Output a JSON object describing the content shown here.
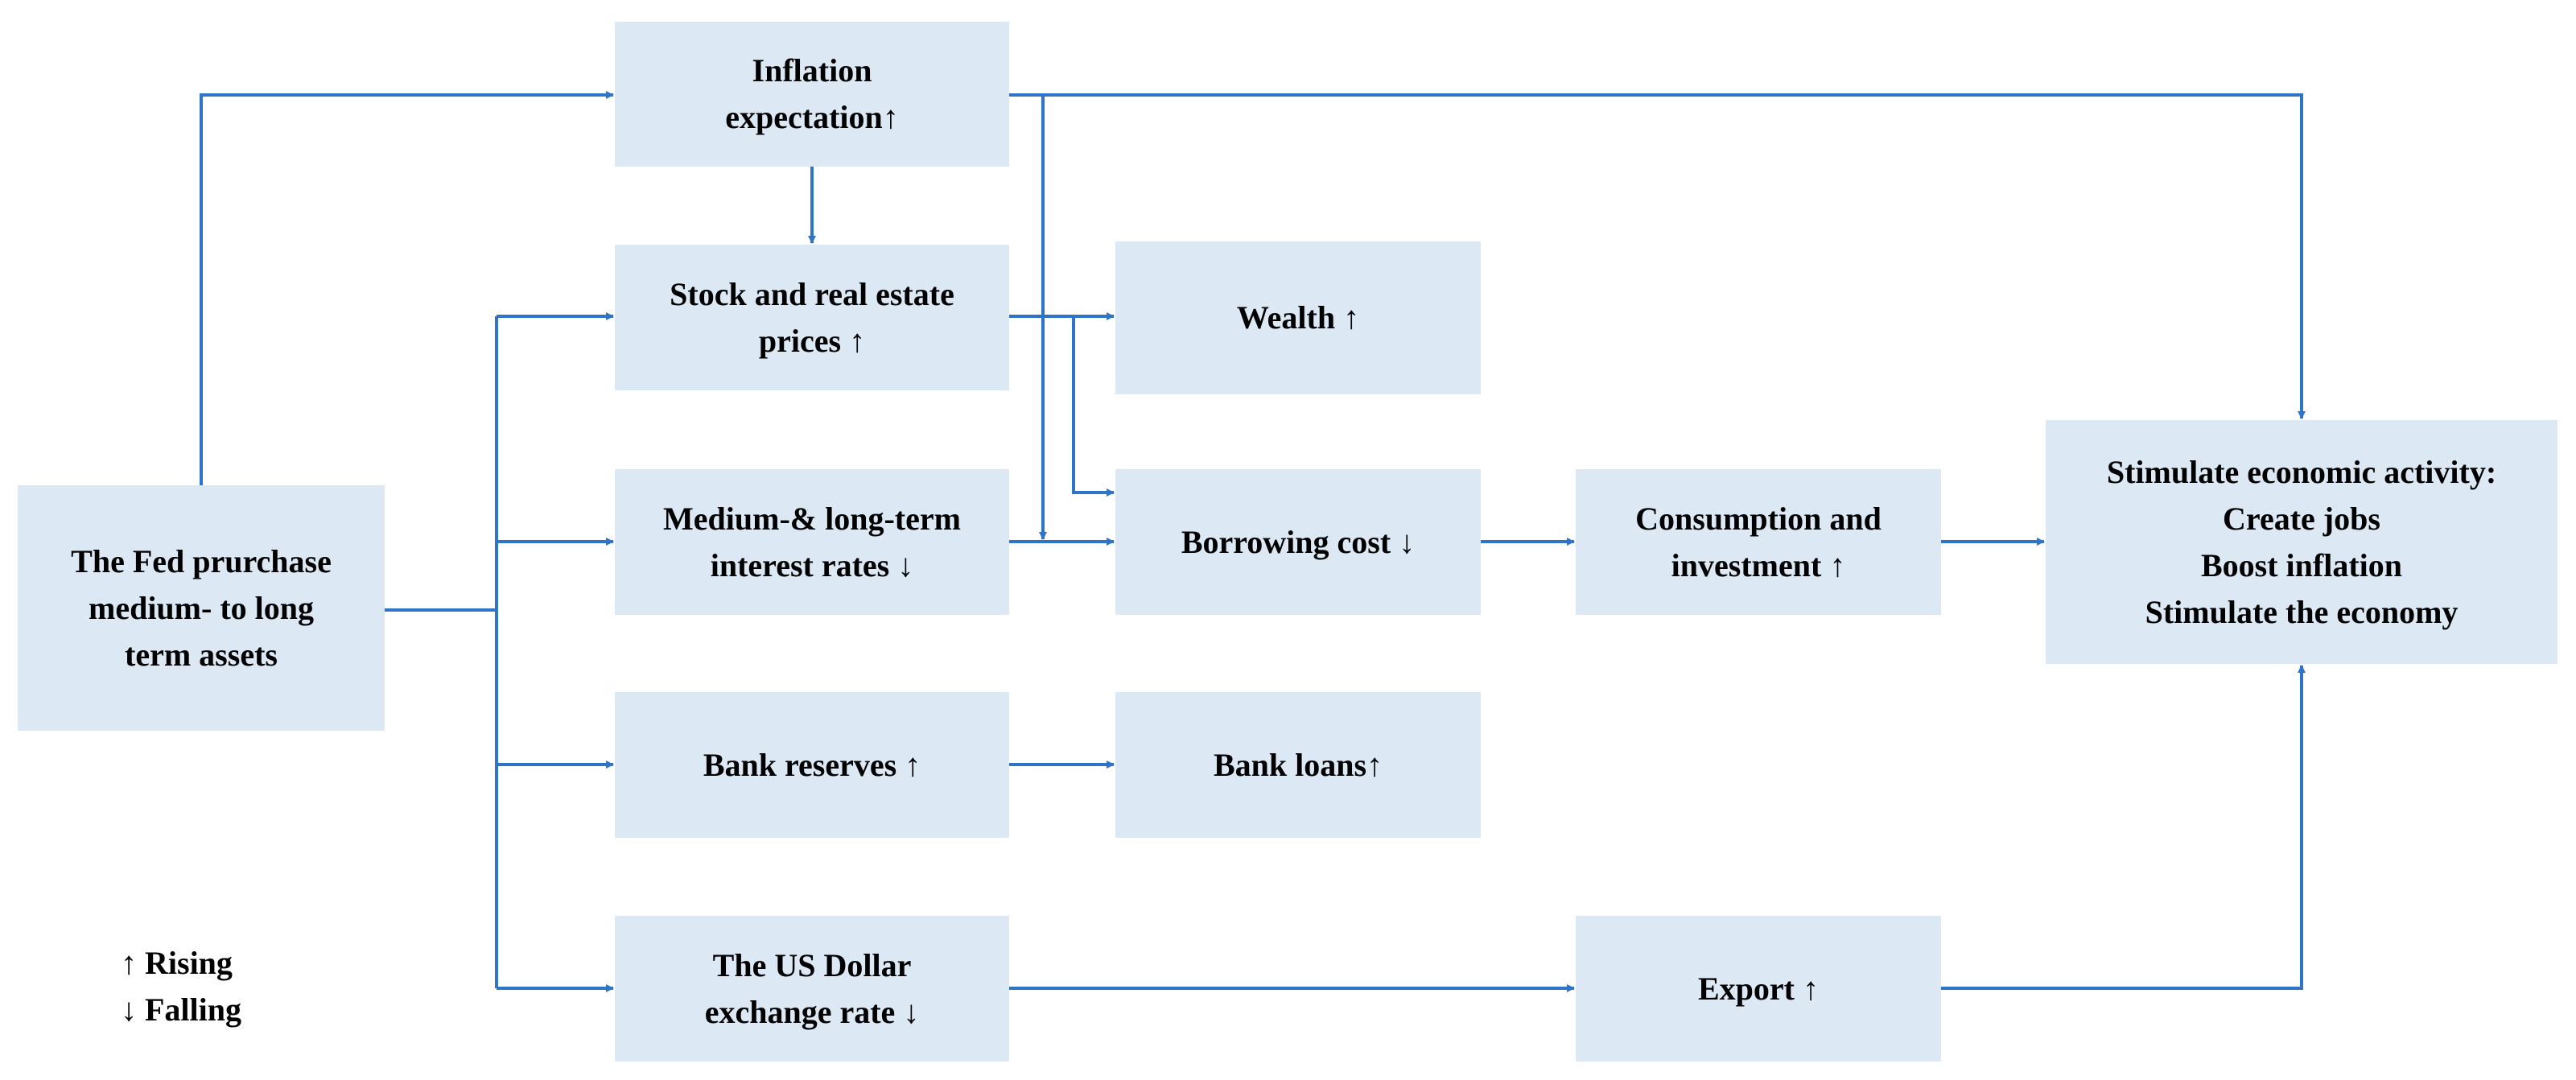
{
  "nodes": {
    "fed": [
      "The Fed prurchase",
      "medium- to long",
      "term assets"
    ],
    "inflation": [
      "Inflation",
      "expectation↑"
    ],
    "stock": [
      "Stock and real estate",
      "prices ↑"
    ],
    "rates": [
      "Medium-& long-term",
      "interest rates ↓"
    ],
    "reserves": [
      "Bank reserves ↑"
    ],
    "dollar": [
      "The US Dollar",
      "exchange rate ↓"
    ],
    "wealth": [
      "Wealth ↑"
    ],
    "borrowing": [
      "Borrowing cost ↓"
    ],
    "loans": [
      "Bank loans↑"
    ],
    "consumption": [
      "Consumption and",
      "investment ↑"
    ],
    "export": [
      "Export ↑"
    ],
    "stimulate": [
      "Stimulate economic activity:",
      "Create jobs",
      "Boost inflation",
      "Stimulate the economy"
    ]
  },
  "legend": [
    "↑ Rising",
    "↓ Falling"
  ],
  "colors": {
    "box_fill": "#dce9f5",
    "arrow": "#2e74c9"
  }
}
